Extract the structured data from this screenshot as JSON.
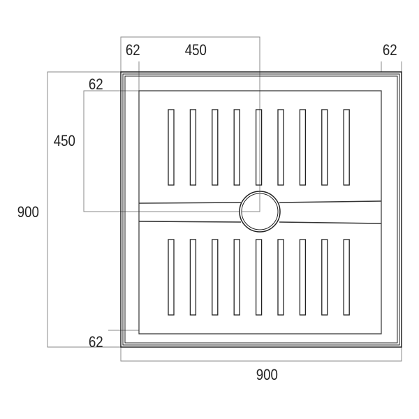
{
  "dimensions": {
    "top_left_margin": "62",
    "top_half_width": "450",
    "top_right_margin": "62",
    "left_top_margin": "62",
    "left_half_height": "450",
    "overall_height": "900",
    "left_bottom_margin": "62",
    "overall_width": "900"
  },
  "slots_per_row": 9
}
